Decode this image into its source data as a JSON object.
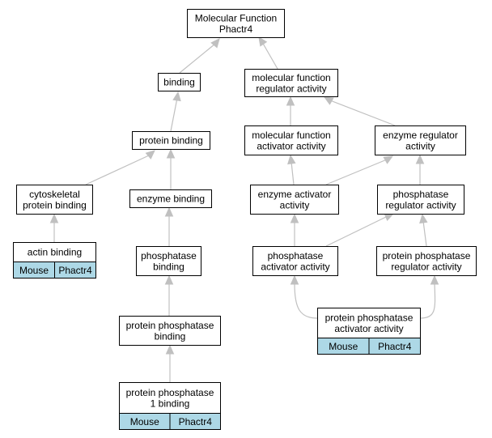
{
  "graph": {
    "nodes": {
      "root": {
        "lines": [
          "Molecular Function",
          "Phactr4"
        ]
      },
      "binding": {
        "lines": [
          "binding"
        ]
      },
      "mf_regulator": {
        "lines": [
          "molecular function",
          "regulator activity"
        ]
      },
      "protein_binding": {
        "lines": [
          "protein binding"
        ]
      },
      "mf_activator": {
        "lines": [
          "molecular function",
          "activator activity"
        ]
      },
      "enzyme_regulator": {
        "lines": [
          "enzyme regulator",
          "activity"
        ]
      },
      "cytoskeletal": {
        "lines": [
          "cytoskeletal",
          "protein binding"
        ]
      },
      "enzyme_binding": {
        "lines": [
          "enzyme binding"
        ]
      },
      "enzyme_activator": {
        "lines": [
          "enzyme activator",
          "activity"
        ]
      },
      "phosphatase_regulator": {
        "lines": [
          "phosphatase",
          "regulator activity"
        ]
      },
      "actin_binding": {
        "lines": [
          "actin binding"
        ],
        "cells": [
          "Mouse",
          "Phactr4"
        ]
      },
      "phosphatase_binding": {
        "lines": [
          "phosphatase",
          "binding"
        ]
      },
      "phosphatase_activator": {
        "lines": [
          "phosphatase",
          "activator activity"
        ]
      },
      "pp_regulator": {
        "lines": [
          "protein phosphatase",
          "regulator activity"
        ]
      },
      "pp_binding": {
        "lines": [
          "protein phosphatase",
          "binding"
        ]
      },
      "pp_activator": {
        "lines": [
          "protein phosphatase",
          "activator activity"
        ],
        "cells": [
          "Mouse",
          "Phactr4"
        ]
      },
      "pp1_binding": {
        "lines": [
          "protein phosphatase",
          "1 binding"
        ],
        "cells": [
          "Mouse",
          "Phactr4"
        ]
      }
    },
    "edges": [
      {
        "from": "binding",
        "to": "root"
      },
      {
        "from": "mf_regulator",
        "to": "root"
      },
      {
        "from": "protein_binding",
        "to": "binding"
      },
      {
        "from": "mf_activator",
        "to": "mf_regulator"
      },
      {
        "from": "enzyme_regulator",
        "to": "mf_regulator"
      },
      {
        "from": "cytoskeletal",
        "to": "protein_binding"
      },
      {
        "from": "enzyme_binding",
        "to": "protein_binding"
      },
      {
        "from": "enzyme_activator",
        "to": "mf_activator"
      },
      {
        "from": "enzyme_activator",
        "to": "enzyme_regulator"
      },
      {
        "from": "phosphatase_regulator",
        "to": "enzyme_regulator"
      },
      {
        "from": "actin_binding",
        "to": "cytoskeletal"
      },
      {
        "from": "phosphatase_binding",
        "to": "enzyme_binding"
      },
      {
        "from": "phosphatase_activator",
        "to": "enzyme_activator"
      },
      {
        "from": "phosphatase_activator",
        "to": "phosphatase_regulator"
      },
      {
        "from": "pp_regulator",
        "to": "phosphatase_regulator"
      },
      {
        "from": "pp_binding",
        "to": "phosphatase_binding"
      },
      {
        "from": "pp_activator",
        "to": "phosphatase_activator"
      },
      {
        "from": "pp_activator",
        "to": "pp_regulator"
      },
      {
        "from": "pp1_binding",
        "to": "pp_binding"
      }
    ],
    "colors": {
      "edge": "#c0c0c0",
      "cell_fill": "#add8e6",
      "node_fill": "#ffffff",
      "border": "#000000"
    }
  }
}
